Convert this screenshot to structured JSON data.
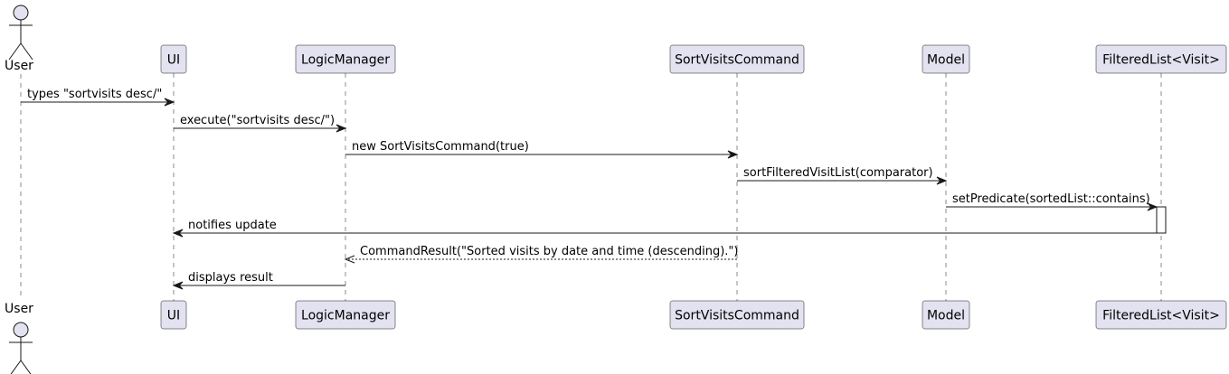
{
  "participants": [
    {
      "id": "user",
      "name": "User",
      "kind": "actor"
    },
    {
      "id": "ui",
      "name": "UI",
      "kind": "box"
    },
    {
      "id": "logic",
      "name": "LogicManager",
      "kind": "box"
    },
    {
      "id": "cmd",
      "name": "SortVisitsCommand",
      "kind": "box"
    },
    {
      "id": "model",
      "name": "Model",
      "kind": "box"
    },
    {
      "id": "list",
      "name": "FilteredList<Visit>",
      "kind": "box"
    }
  ],
  "messages": [
    {
      "from": "user",
      "to": "ui",
      "label": "types \"sortvisits desc/\"",
      "type": "sync"
    },
    {
      "from": "ui",
      "to": "logic",
      "label": "execute(\"sortvisits desc/\")",
      "type": "sync"
    },
    {
      "from": "logic",
      "to": "cmd",
      "label": "new SortVisitsCommand(true)",
      "type": "sync"
    },
    {
      "from": "cmd",
      "to": "model",
      "label": "sortFilteredVisitList(comparator)",
      "type": "sync"
    },
    {
      "from": "model",
      "to": "list",
      "label": "setPredicate(sortedList::contains)",
      "type": "sync",
      "activates": true
    },
    {
      "from": "list",
      "to": "ui",
      "label": "notifies update",
      "type": "sync",
      "deactivates": true
    },
    {
      "from": "cmd",
      "to": "logic",
      "label": "CommandResult(\"Sorted visits by date and time (descending).\")",
      "type": "return"
    },
    {
      "from": "logic",
      "to": "ui",
      "label": "displays result",
      "type": "sync"
    }
  ],
  "colors": {
    "box_fill": "#e2e2f0",
    "box_stroke": "#181818",
    "lifeline": "#181818",
    "arrow": "#181818",
    "activation_fill": "#ffffff"
  }
}
